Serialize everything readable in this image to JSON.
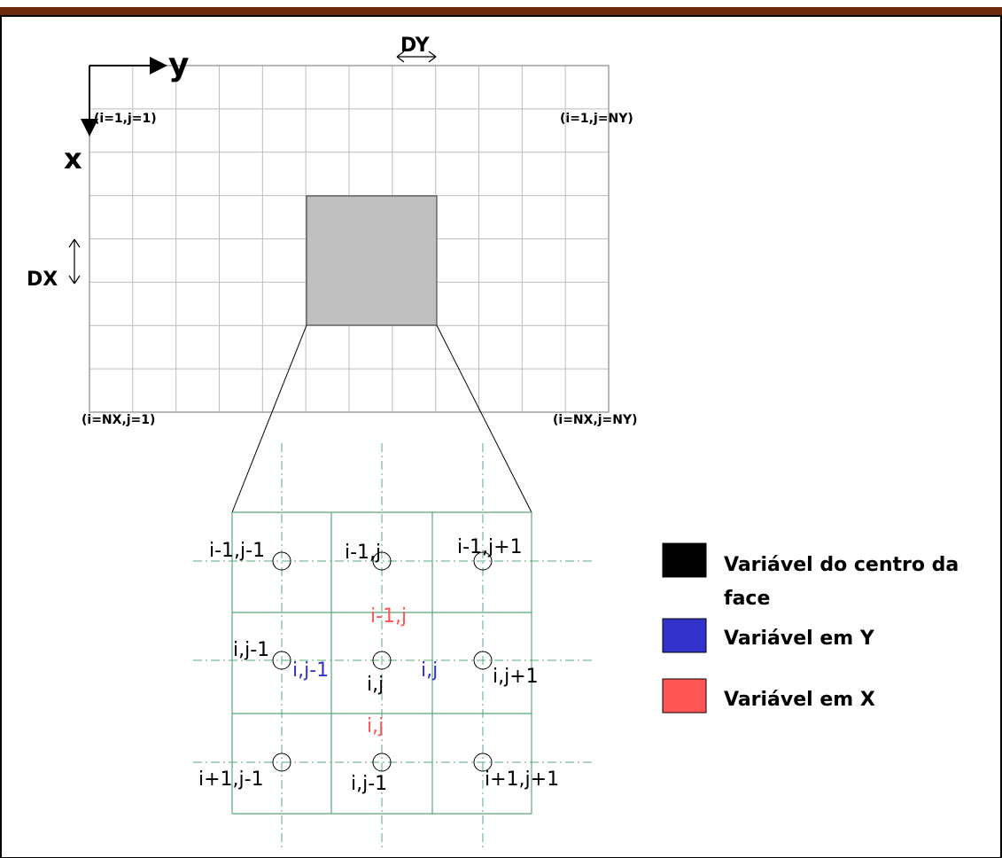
{
  "grid_labels": {
    "y_axis": "y",
    "x_axis": "x",
    "dy": "DY",
    "dx": "DX",
    "corner_top_left": "(i=1,j=1)",
    "corner_top_right": "(i=1,j=NY)",
    "corner_bottom_left": "(i=NX,j=1)",
    "corner_bottom_right": "(i=NX,j=NY)"
  },
  "stencil": {
    "centers": [
      {
        "label": "i-1,j-1"
      },
      {
        "label": "i-1,j"
      },
      {
        "label": "i-1,j+1"
      },
      {
        "label": "i,j-1"
      },
      {
        "label": "i,j"
      },
      {
        "label": "i,j+1"
      },
      {
        "label": "i+1,j-1"
      },
      {
        "label": "i,j-1"
      },
      {
        "label": "i+1,j+1"
      }
    ],
    "x_face": [
      {
        "label": "i-1,j"
      },
      {
        "label": "i,j"
      }
    ],
    "y_face": [
      {
        "label": "i,j-1"
      },
      {
        "label": "i,j"
      }
    ]
  },
  "legend": {
    "items": [
      {
        "label_line1": "Variável do centro da",
        "label_line2": "face",
        "color": "#000000"
      },
      {
        "label_line1": "Variável em Y",
        "label_line2": "",
        "color": "#3333cc"
      },
      {
        "label_line1": "Variável em X",
        "label_line2": "",
        "color": "#ff5555"
      }
    ]
  },
  "colors": {
    "grid_line": "#bdbdbd",
    "highlight_cell": "#c0c0c0",
    "stencil_line": "#5aa878",
    "header_rule": "#6b2a0d",
    "y_label": "#3333cc",
    "x_label": "#ff5555"
  }
}
